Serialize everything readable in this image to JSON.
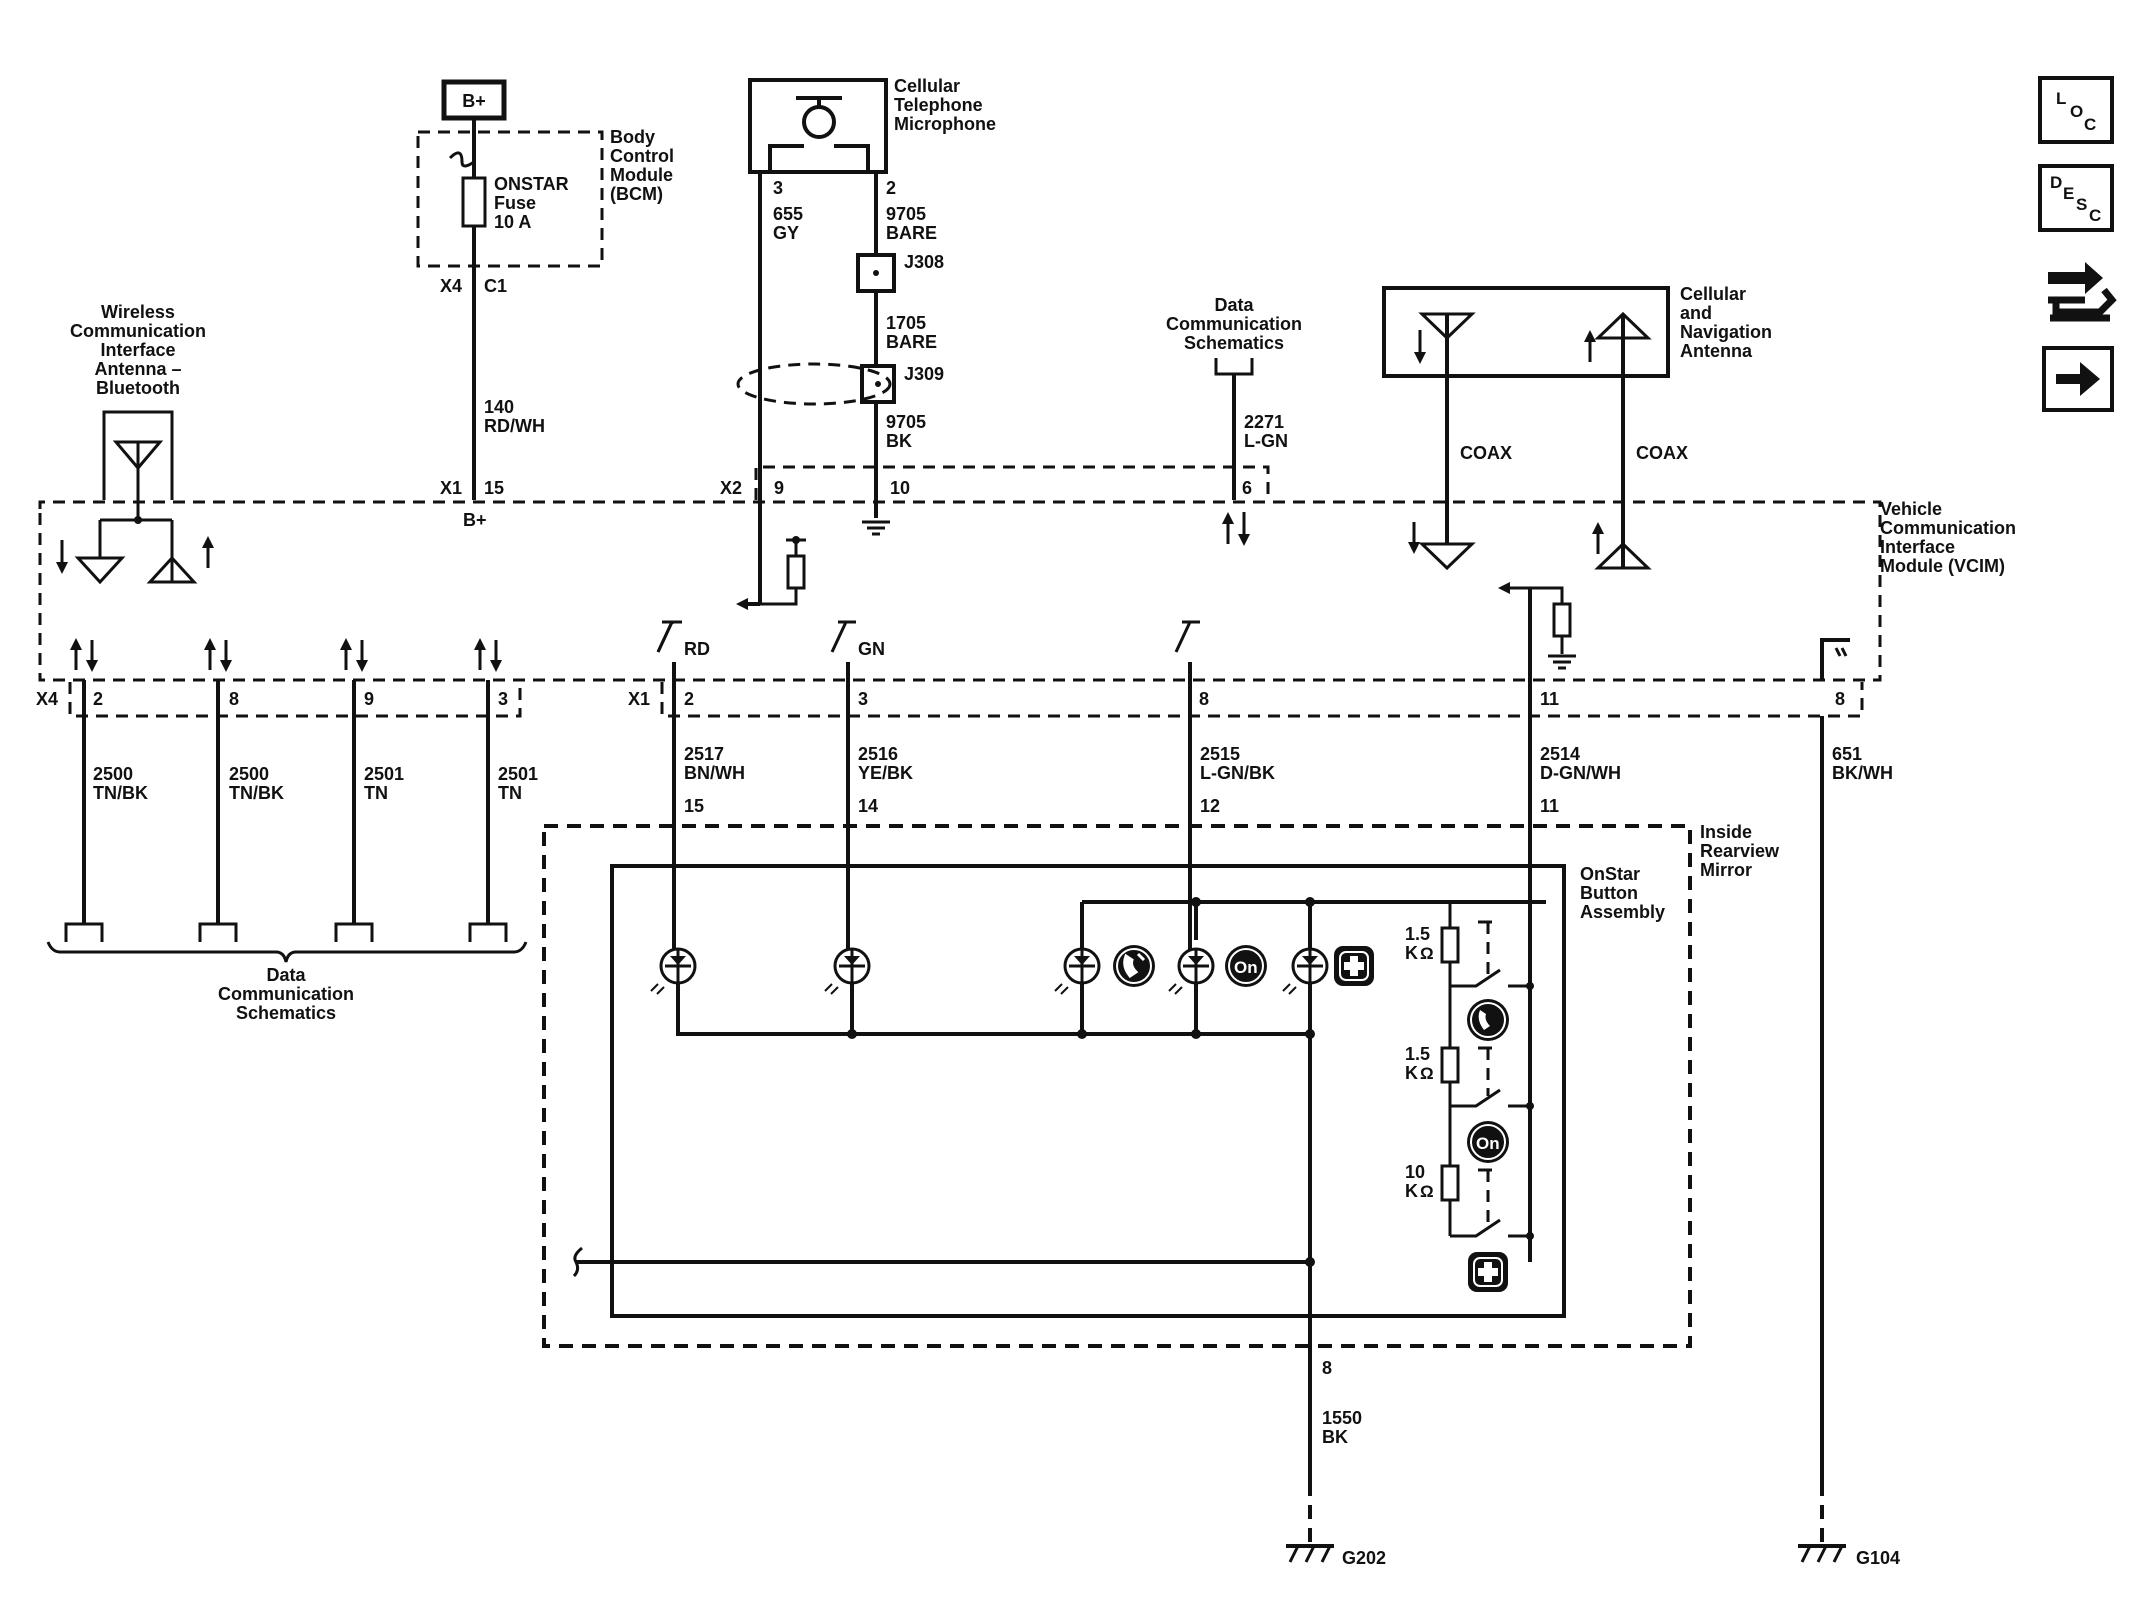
{
  "nav_icons": {
    "loc": [
      "L",
      "O",
      "C"
    ],
    "desc": [
      "D",
      "E",
      "S",
      "C"
    ],
    "names": [
      "loc-icon",
      "desc-icon",
      "connector-wrench-icon",
      "next-arrow-icon"
    ]
  },
  "top": {
    "bplus_box": "B+",
    "bcm": [
      "Body",
      "Control",
      "Module",
      "(BCM)"
    ],
    "fuse": [
      "ONSTAR",
      "Fuse",
      "10 A"
    ],
    "bcm_conn": [
      "X4",
      "C1"
    ],
    "wire140": [
      "140",
      "RD/WH"
    ],
    "x1_15": [
      "X1",
      "15"
    ],
    "bplus_vcim": "B+",
    "mic": [
      "Cellular",
      "Telephone",
      "Microphone"
    ],
    "mic_pin3": [
      "3",
      "655",
      "GY"
    ],
    "mic_pin2": [
      "2",
      "9705",
      "BARE"
    ],
    "j308": "J308",
    "w1705": [
      "1705",
      "BARE"
    ],
    "j309": "J309",
    "w9705bk": [
      "9705",
      "BK"
    ],
    "x2": [
      "X2",
      "9",
      "10"
    ],
    "dcs_top": [
      "Data",
      "Communication",
      "Schematics"
    ],
    "w2271": [
      "2271",
      "L-GN"
    ],
    "pin6": "6",
    "cna": [
      "Cellular",
      "and",
      "Navigation",
      "Antenna"
    ],
    "coax": [
      "COAX",
      "COAX"
    ],
    "wci": [
      "Wireless",
      "Communication",
      "Interface",
      "Antenna –",
      "Bluetooth"
    ],
    "vcim": [
      "Vehicle",
      "Communication",
      "Interface",
      "Module (VCIM)"
    ]
  },
  "x4_conn": {
    "name": "X4",
    "pins": [
      "2",
      "8",
      "9",
      "3"
    ],
    "wires": [
      [
        "2500",
        "TN/BK"
      ],
      [
        "2500",
        "TN/BK"
      ],
      [
        "2501",
        "TN"
      ],
      [
        "2501",
        "TN"
      ]
    ]
  },
  "dcs_bottom": [
    "Data",
    "Communication",
    "Schematics"
  ],
  "x1_conn": {
    "name": "X1",
    "pins": [
      "2",
      "3",
      "8",
      "11",
      "8"
    ],
    "colors": [
      "RD",
      "GN"
    ],
    "wires": [
      [
        "2517",
        "BN/WH"
      ],
      [
        "2516",
        "YE/BK"
      ],
      [
        "2515",
        "L-GN/BK"
      ],
      [
        "2514",
        "D-GN/WH"
      ],
      [
        "651",
        "BK/WH"
      ]
    ],
    "mirror_pins": [
      "15",
      "14",
      "12",
      "11"
    ]
  },
  "mirror": {
    "title": [
      "Inside",
      "Rearview",
      "Mirror"
    ],
    "assembly": [
      "OnStar",
      "Button",
      "Assembly"
    ],
    "resistors": [
      [
        "1.5",
        "K"
      ],
      [
        "1.5",
        "K"
      ],
      [
        "10",
        "K"
      ]
    ],
    "ohm": "Ω",
    "on_label": "On",
    "pin8": "8",
    "w1550": [
      "1550",
      "BK"
    ]
  },
  "grounds": [
    "G202",
    "G104"
  ]
}
